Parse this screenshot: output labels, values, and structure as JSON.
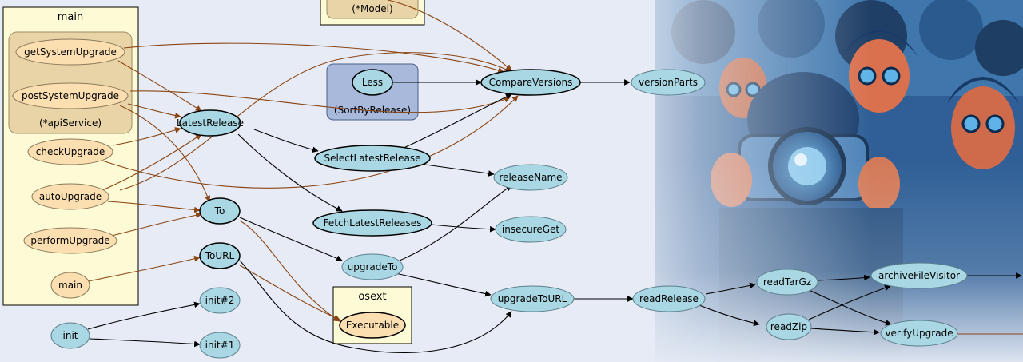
{
  "colors": {
    "background": "#e6ebf5",
    "node_blue": "#a9d7e3",
    "node_peach": "#fcdfb1",
    "cluster_yellow": "#fdfbd6",
    "cluster_tan": "#e9d4a7",
    "cluster_blue": "#a8b9dc",
    "edge_brown": "#8b4513",
    "edge_black": "#000000"
  },
  "clusters": {
    "main": "main",
    "api_service": "(*apiService)",
    "sort_by_release": "(SortByRelease)",
    "model": "(*Model)",
    "osext": "osext"
  },
  "nodes": {
    "getSystemUpgrade": "getSystemUpgrade",
    "postSystemUpgrade": "postSystemUpgrade",
    "checkUpgrade": "checkUpgrade",
    "autoUpgrade": "autoUpgrade",
    "performUpgrade": "performUpgrade",
    "main": "main",
    "init": "init",
    "LatestRelease": "LatestRelease",
    "To": "To",
    "ToURL": "ToURL",
    "init2": "init#2",
    "init1": "init#1",
    "Less": "Less",
    "CompareVersions": "CompareVersions",
    "versionParts": "versionParts",
    "SelectLatestRelease": "SelectLatestRelease",
    "FetchLatestReleases": "FetchLatestReleases",
    "releaseName": "releaseName",
    "insecureGet": "insecureGet",
    "upgradeTo": "upgradeTo",
    "upgradeToURL": "upgradeToURL",
    "readRelease": "readRelease",
    "readTarGz": "readTarGz",
    "readZip": "readZip",
    "archiveFileVisitor": "archiveFileVisitor",
    "verifyUpgrade": "verifyUpgrade",
    "Executable": "Executable"
  }
}
